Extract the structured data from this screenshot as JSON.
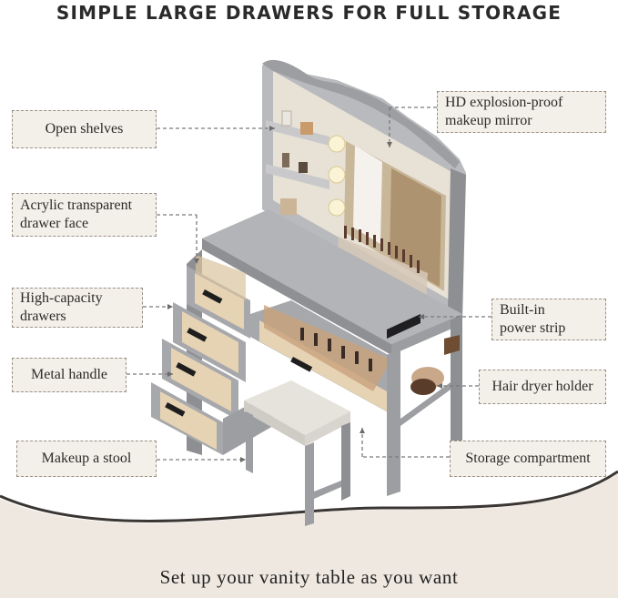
{
  "headline": "SIMPLE LARGE DRAWERS FOR FULL STORAGE",
  "labels": {
    "open_shelves": "Open shelves",
    "acrylic_line1": "Acrylic transparent",
    "acrylic_line2": "drawer face",
    "capacity_line1": "High-capacity",
    "capacity_line2": "drawers",
    "metal_handle": "Metal handle",
    "stool": "Makeup a stool",
    "mirror_line1": "HD explosion-proof",
    "mirror_line2": "makeup mirror",
    "power_line1": "Built-in",
    "power_line2": "power strip",
    "dryer_holder": "Hair dryer holder",
    "storage_compartment": "Storage compartment"
  },
  "tagline": "Set up your vanity table as you want",
  "colors": {
    "label_bg": "#f3efe9",
    "label_border": "#9a9087",
    "furniture_gray": "#a9aaad",
    "bottom_band": "#efe8e0",
    "curve_dark": "#3b3633"
  }
}
